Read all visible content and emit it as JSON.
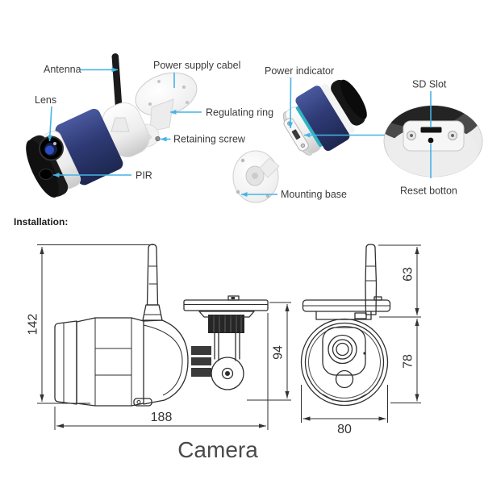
{
  "figure": {
    "heading": "Installation:",
    "caption": "Camera",
    "labels": {
      "antenna": "Antenna",
      "lens": "Lens",
      "pir": "PIR",
      "power_supply_cable": "Power supply cabel",
      "regulating_ring": "Regulating ring",
      "retaining_screw": "Retaining screw",
      "power_indicator": "Power indicator",
      "mounting_base": "Mounting base",
      "sd_slot": "SD Slot",
      "reset_button": "Reset botton"
    },
    "dimensions_mm": {
      "height": "142",
      "length": "188",
      "mount_height": "94",
      "antenna_height": "63",
      "front_height": "78",
      "front_width": "80"
    },
    "colors": {
      "leader_line": "#45b4e4",
      "camera_navy": "#2e3a74",
      "accent_teal": "#2fb3c4",
      "drawing_stroke": "#2e2e2e"
    }
  }
}
